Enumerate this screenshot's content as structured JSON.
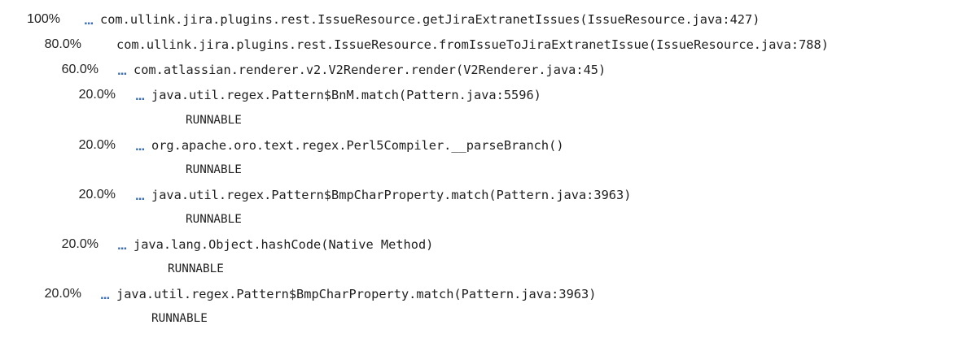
{
  "colors": {
    "background": "#ffffff",
    "text": "#1f1f1f",
    "ellipsis_accent": "#3c6fb4"
  },
  "ellipsis_glyph": "...",
  "stack_tree": [
    {
      "percent": "100%",
      "ellipsis": true,
      "frame": "com.ullink.jira.plugins.rest.IssueResource.getJiraExtranetIssues(IssueResource.java:427)",
      "state": ""
    },
    {
      "percent": "80.0%",
      "ellipsis": false,
      "frame": "com.ullink.jira.plugins.rest.IssueResource.fromIssueToJiraExtranetIssue(IssueResource.java:788)",
      "state": ""
    },
    {
      "percent": "60.0%",
      "ellipsis": true,
      "frame": "com.atlassian.renderer.v2.V2Renderer.render(V2Renderer.java:45)",
      "state": ""
    },
    {
      "percent": "20.0%",
      "ellipsis": true,
      "frame": "java.util.regex.Pattern$BnM.match(Pattern.java:5596)",
      "state": "RUNNABLE"
    },
    {
      "percent": "20.0%",
      "ellipsis": true,
      "frame": "org.apache.oro.text.regex.Perl5Compiler.__parseBranch()",
      "state": "RUNNABLE"
    },
    {
      "percent": "20.0%",
      "ellipsis": true,
      "frame": "java.util.regex.Pattern$BmpCharProperty.match(Pattern.java:3963)",
      "state": "RUNNABLE"
    },
    {
      "percent": "20.0%",
      "ellipsis": true,
      "frame": "java.lang.Object.hashCode(Native Method)",
      "state": "RUNNABLE"
    },
    {
      "percent": "20.0%",
      "ellipsis": true,
      "frame": "java.util.regex.Pattern$BmpCharProperty.match(Pattern.java:3963)",
      "state": "RUNNABLE"
    }
  ]
}
